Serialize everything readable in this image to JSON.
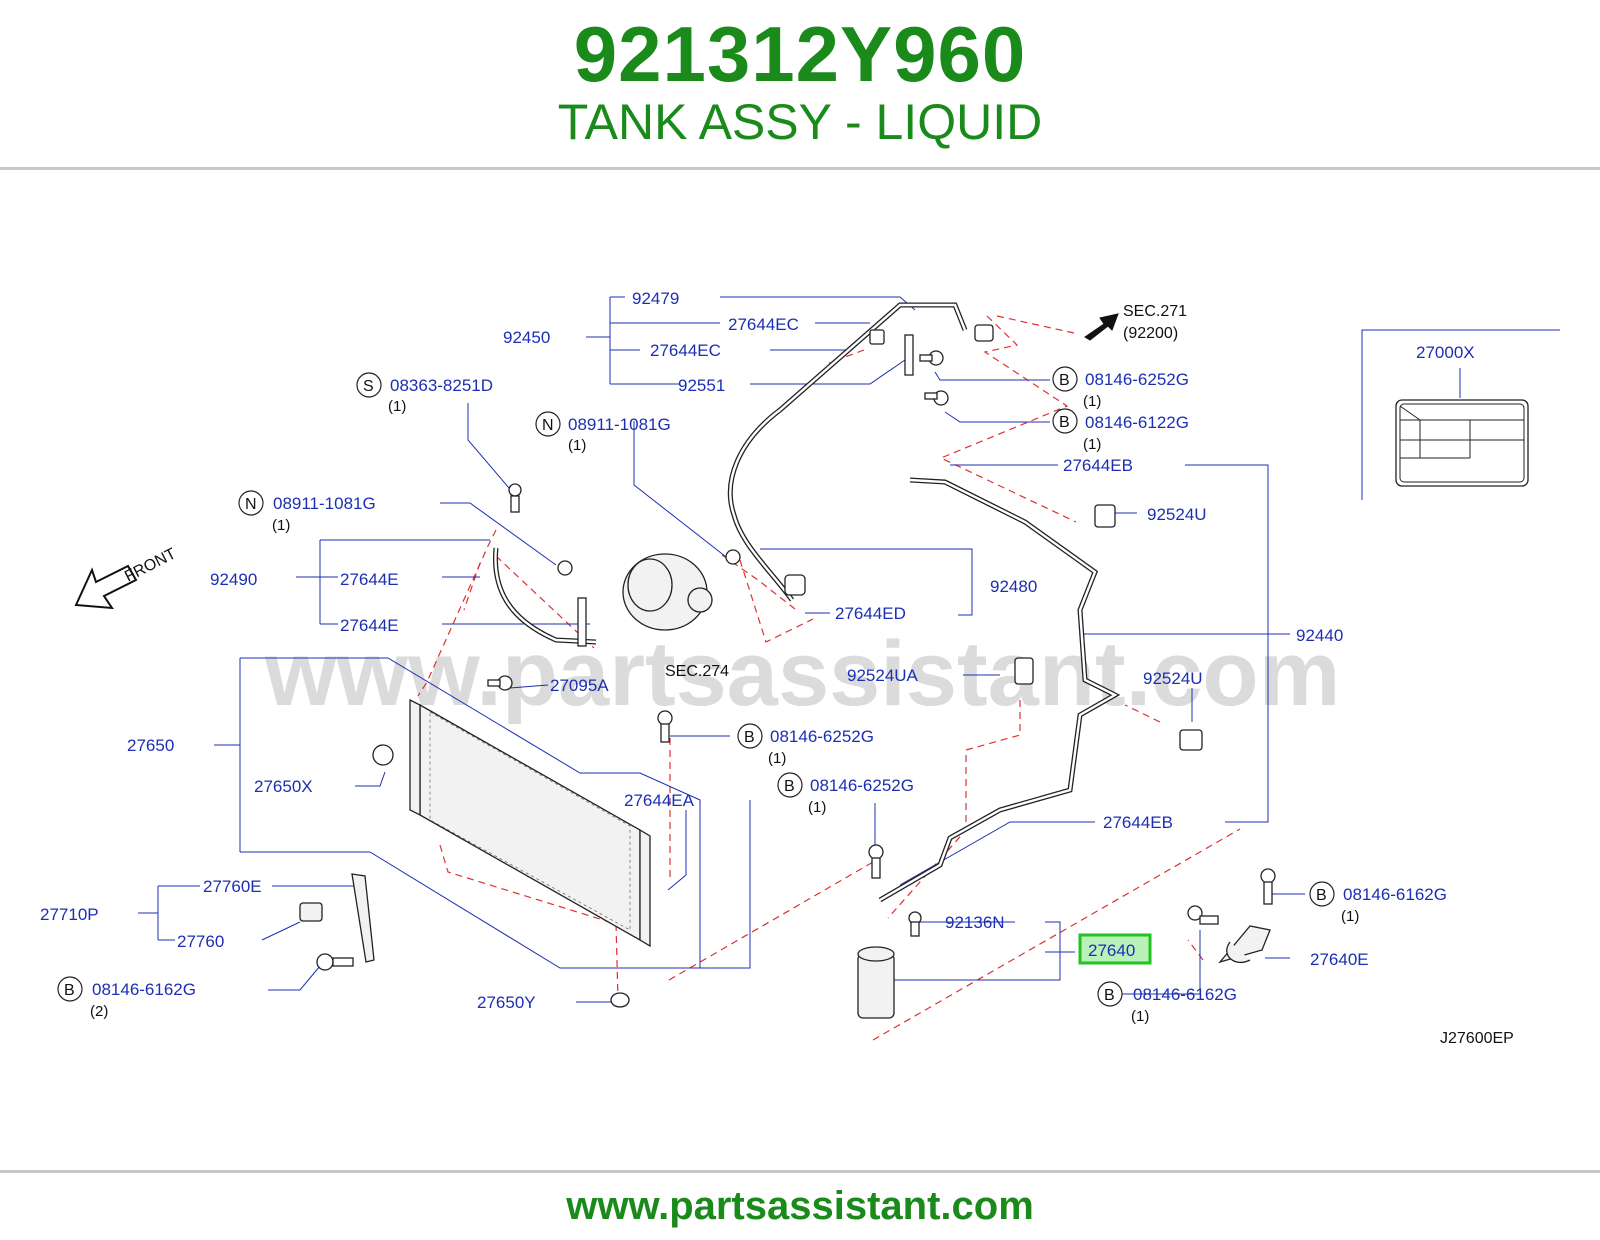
{
  "header": {
    "part_number": "921312Y960",
    "description": "TANK ASSY - LIQUID"
  },
  "footer": {
    "url": "www.partsassistant.com"
  },
  "diagram": {
    "watermark": "www.partsassistant.com",
    "diagram_code": "J27600EP",
    "front_label": "FRONT",
    "highlighted_part": "27640",
    "sections": {
      "sec271": "SEC.271",
      "sec271_ref": "(92200)",
      "sec274": "SEC.274"
    },
    "callouts": {
      "p92479": "92479",
      "p27644EC_a": "27644EC",
      "p92450": "92450",
      "p27644EC_b": "27644EC",
      "p92551": "92551",
      "p08146_6252G_a": "08146-6252G",
      "p08146_6252G_a_qty": "(1)",
      "p08146_6122G": "08146-6122G",
      "p08146_6122G_qty": "(1)",
      "p08363_8251D": "08363-8251D",
      "p08363_8251D_qty": "(1)",
      "p08911_1081G_a": "08911-1081G",
      "p08911_1081G_a_qty": "(1)",
      "p08911_1081G_b": "08911-1081G",
      "p08911_1081G_b_qty": "(1)",
      "p27644EB_a": "27644EB",
      "p92524U_a": "92524U",
      "p92490": "92490",
      "p27644E_a": "27644E",
      "p27644E_b": "27644E",
      "p92480": "92480",
      "p27644ED": "27644ED",
      "p92440": "92440",
      "p92524UA": "92524UA",
      "p92524U_b": "92524U",
      "p27095A": "27095A",
      "p27650": "27650",
      "p08146_6252G_b": "08146-6252G",
      "p08146_6252G_b_qty": "(1)",
      "p27650X": "27650X",
      "p08146_6252G_c": "08146-6252G",
      "p08146_6252G_c_qty": "(1)",
      "p27644EA": "27644EA",
      "p27644EB_b": "27644EB",
      "p27760E": "27760E",
      "p27710P": "27710P",
      "p27760": "27760",
      "p08146_6162G_a": "08146-6162G",
      "p08146_6162G_a_qty": "(2)",
      "p92136N": "92136N",
      "p27640": "27640",
      "p08146_6162G_b": "08146-6162G",
      "p08146_6162G_b_qty": "(1)",
      "p27640E": "27640E",
      "p08146_6162G_c": "08146-6162G",
      "p08146_6162G_c_qty": "(1)",
      "p27650Y": "27650Y",
      "p27000X": "27000X"
    },
    "badge_letters": {
      "s": "S",
      "n": "N",
      "b": "B"
    },
    "colors": {
      "title_green": "#1a8a1a",
      "callout_blue": "#1c2fb4",
      "guide_red": "#e03030",
      "highlight_border": "#22c222",
      "highlight_fill": "#b9f2b9"
    }
  }
}
